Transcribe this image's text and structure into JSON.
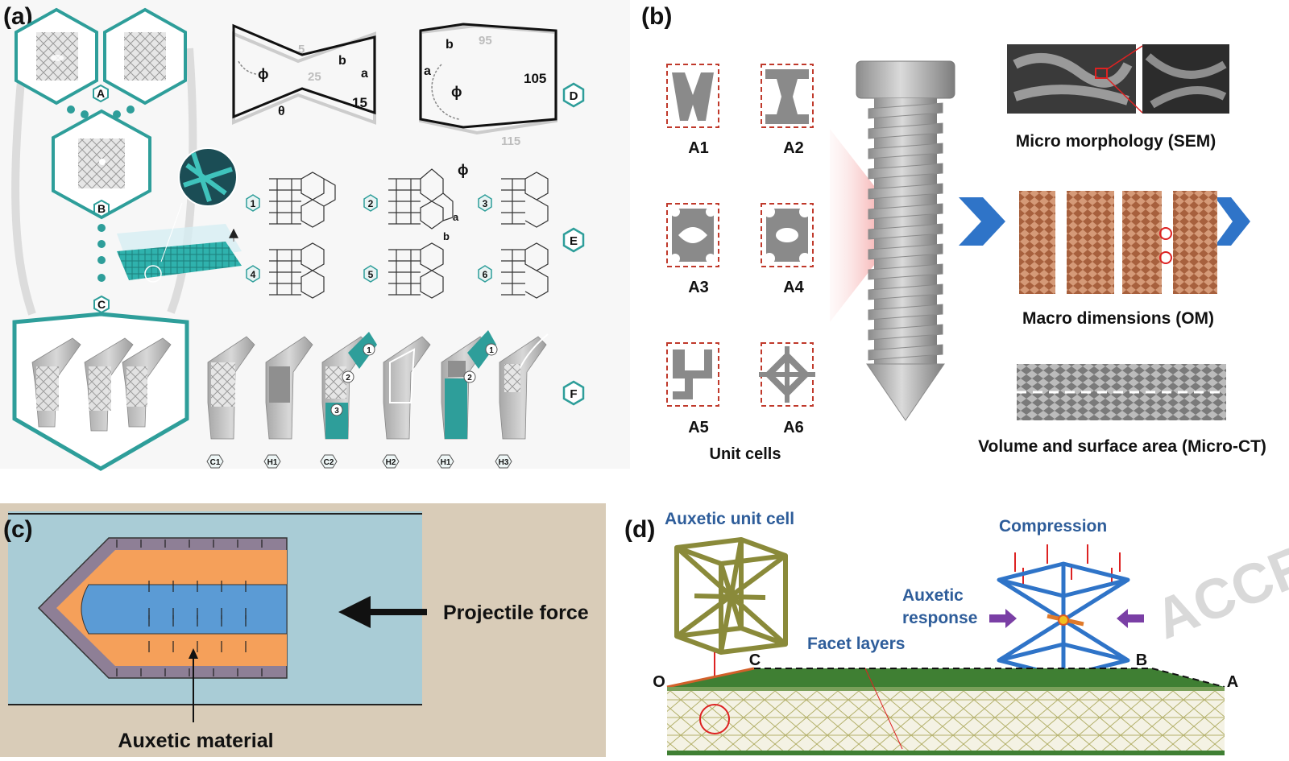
{
  "panels": {
    "a": {
      "label": "(a)",
      "hex_labels": [
        "A",
        "B",
        "C",
        "D",
        "E",
        "F"
      ],
      "geom_labels": {
        "phi": "ϕ",
        "theta": "θ",
        "a": "a",
        "b": "b",
        "bowtie_grey_top": "5",
        "bowtie_grey_mid": "25",
        "bowtie_dark": "15",
        "box_grey_top": "95",
        "box_dark": "105",
        "box_grey_bottom": "115"
      },
      "pattern_numbers": [
        "1",
        "2",
        "3",
        "4",
        "5",
        "6"
      ],
      "implant_labels": [
        "C1",
        "H1",
        "C2",
        "H2",
        "H1",
        "H3"
      ],
      "region_numbers": [
        "1",
        "2",
        "3"
      ]
    },
    "b": {
      "label": "(b)",
      "unit_cells": [
        "A1",
        "A2",
        "A3",
        "A4",
        "A5",
        "A6"
      ],
      "unit_cells_caption": "Unit cells",
      "micro_caption": "Micro morphology (SEM)",
      "macro_caption": "Macro dimensions (OM)",
      "volume_caption": "Volume and surface area (Micro-CT)"
    },
    "c": {
      "label": "(c)",
      "force_label": "Projectile force",
      "material_label": "Auxetic material"
    },
    "d": {
      "label": "(d)",
      "unit_cell_title": "Auxetic unit cell",
      "compression_title": "Compression",
      "response_label_1": "Auxetic",
      "response_label_2": "response",
      "facet_label": "Facet layers",
      "points": [
        "O",
        "C",
        "B",
        "A"
      ],
      "watermark": "ACCRI"
    }
  },
  "colors": {
    "teal": "#2e9e9a",
    "orange": "#f5a05a",
    "blue_core": "#5b9bd5",
    "shell_purple": "#8e7f96",
    "bg_c": "#a9ccd6",
    "frame_c": "#d9ccb8",
    "red_dash": "#c0392b",
    "green_layer": "#3f7f33",
    "lattice": "#8a8a3a",
    "arrow_blue": "#2f74c8",
    "arrow_purple": "#7a3fa5",
    "text_blue": "#2e5d9a"
  }
}
